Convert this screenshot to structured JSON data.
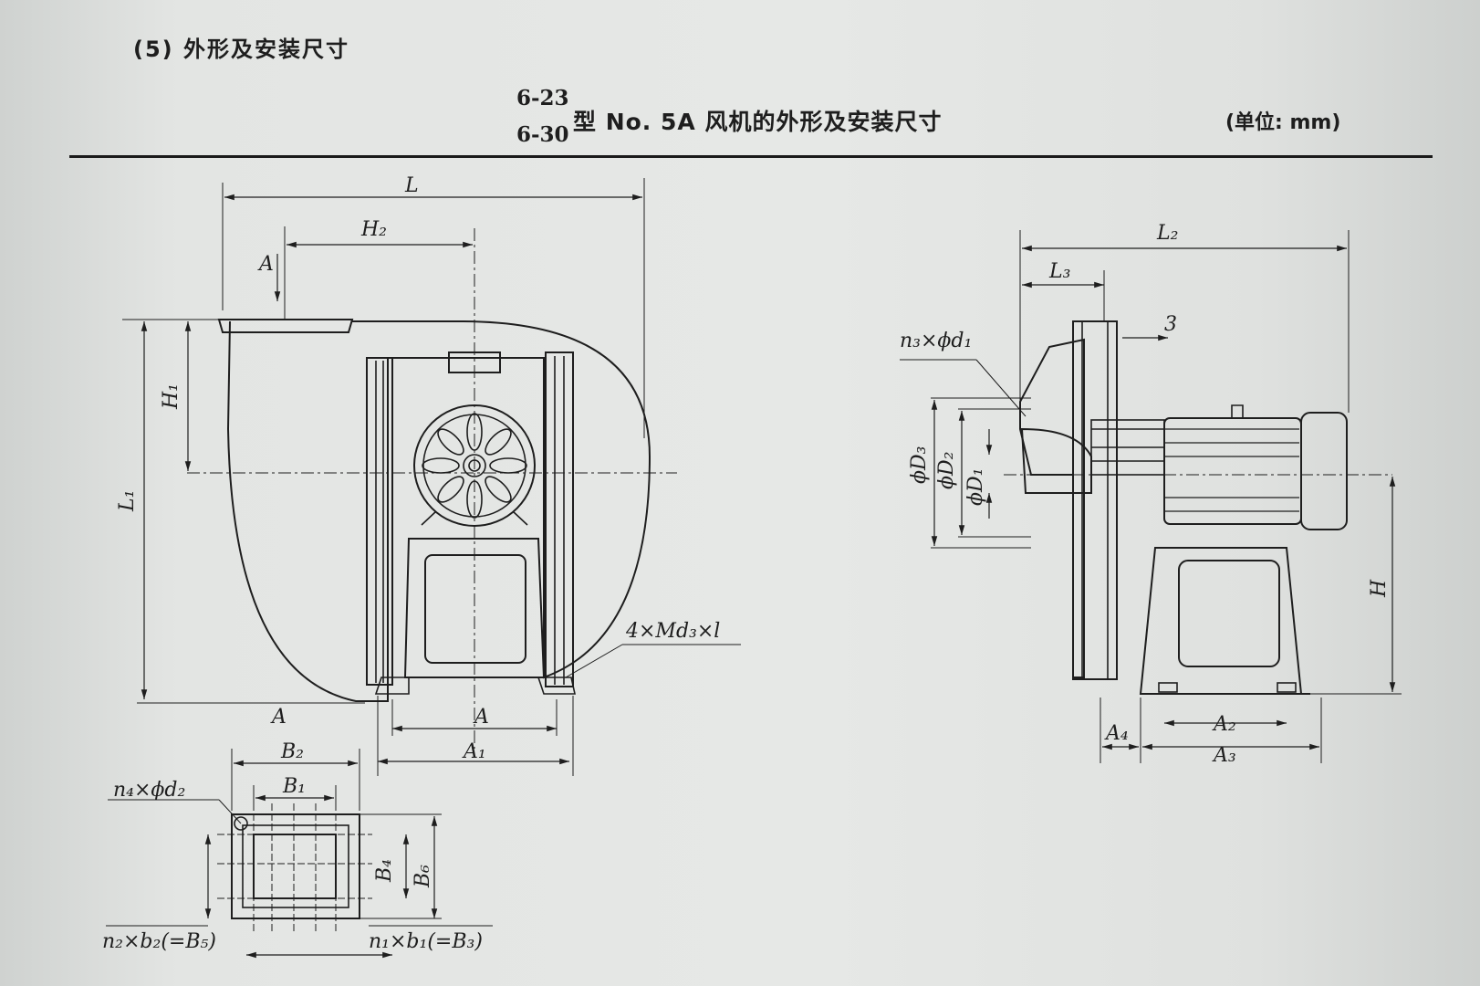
{
  "header": {
    "section": "(5) 外形及安装尺寸",
    "model_top": "6-23",
    "model_bottom": "6-30",
    "title": "型 No. 5A 风机的外形及安装尺寸",
    "unit": "(单位: mm)"
  },
  "labels": {
    "L": "L",
    "H2": "H₂",
    "A_arrow": "A",
    "H1": "H₁",
    "L1": "L₁",
    "bolt": "4×Md₃×l",
    "A_left": "A",
    "A_center": "A",
    "A1": "A₁",
    "B2": "B₂",
    "B1": "B₁",
    "n4d2": "n₄×ϕd₂",
    "B4": "B₄",
    "B6": "B₆",
    "n2b2": "n₂×b₂(=B₅)",
    "n1b1": "n₁×b₁(=B₃)",
    "L2": "L₂",
    "L3": "L₃",
    "three": "3",
    "n3d1": "n₃×ϕd₁",
    "D3": "ϕD₃",
    "D2": "ϕD₂",
    "D1": "ϕD₁",
    "H": "H",
    "A4": "A₄",
    "A2": "A₂",
    "A3": "A₃"
  }
}
